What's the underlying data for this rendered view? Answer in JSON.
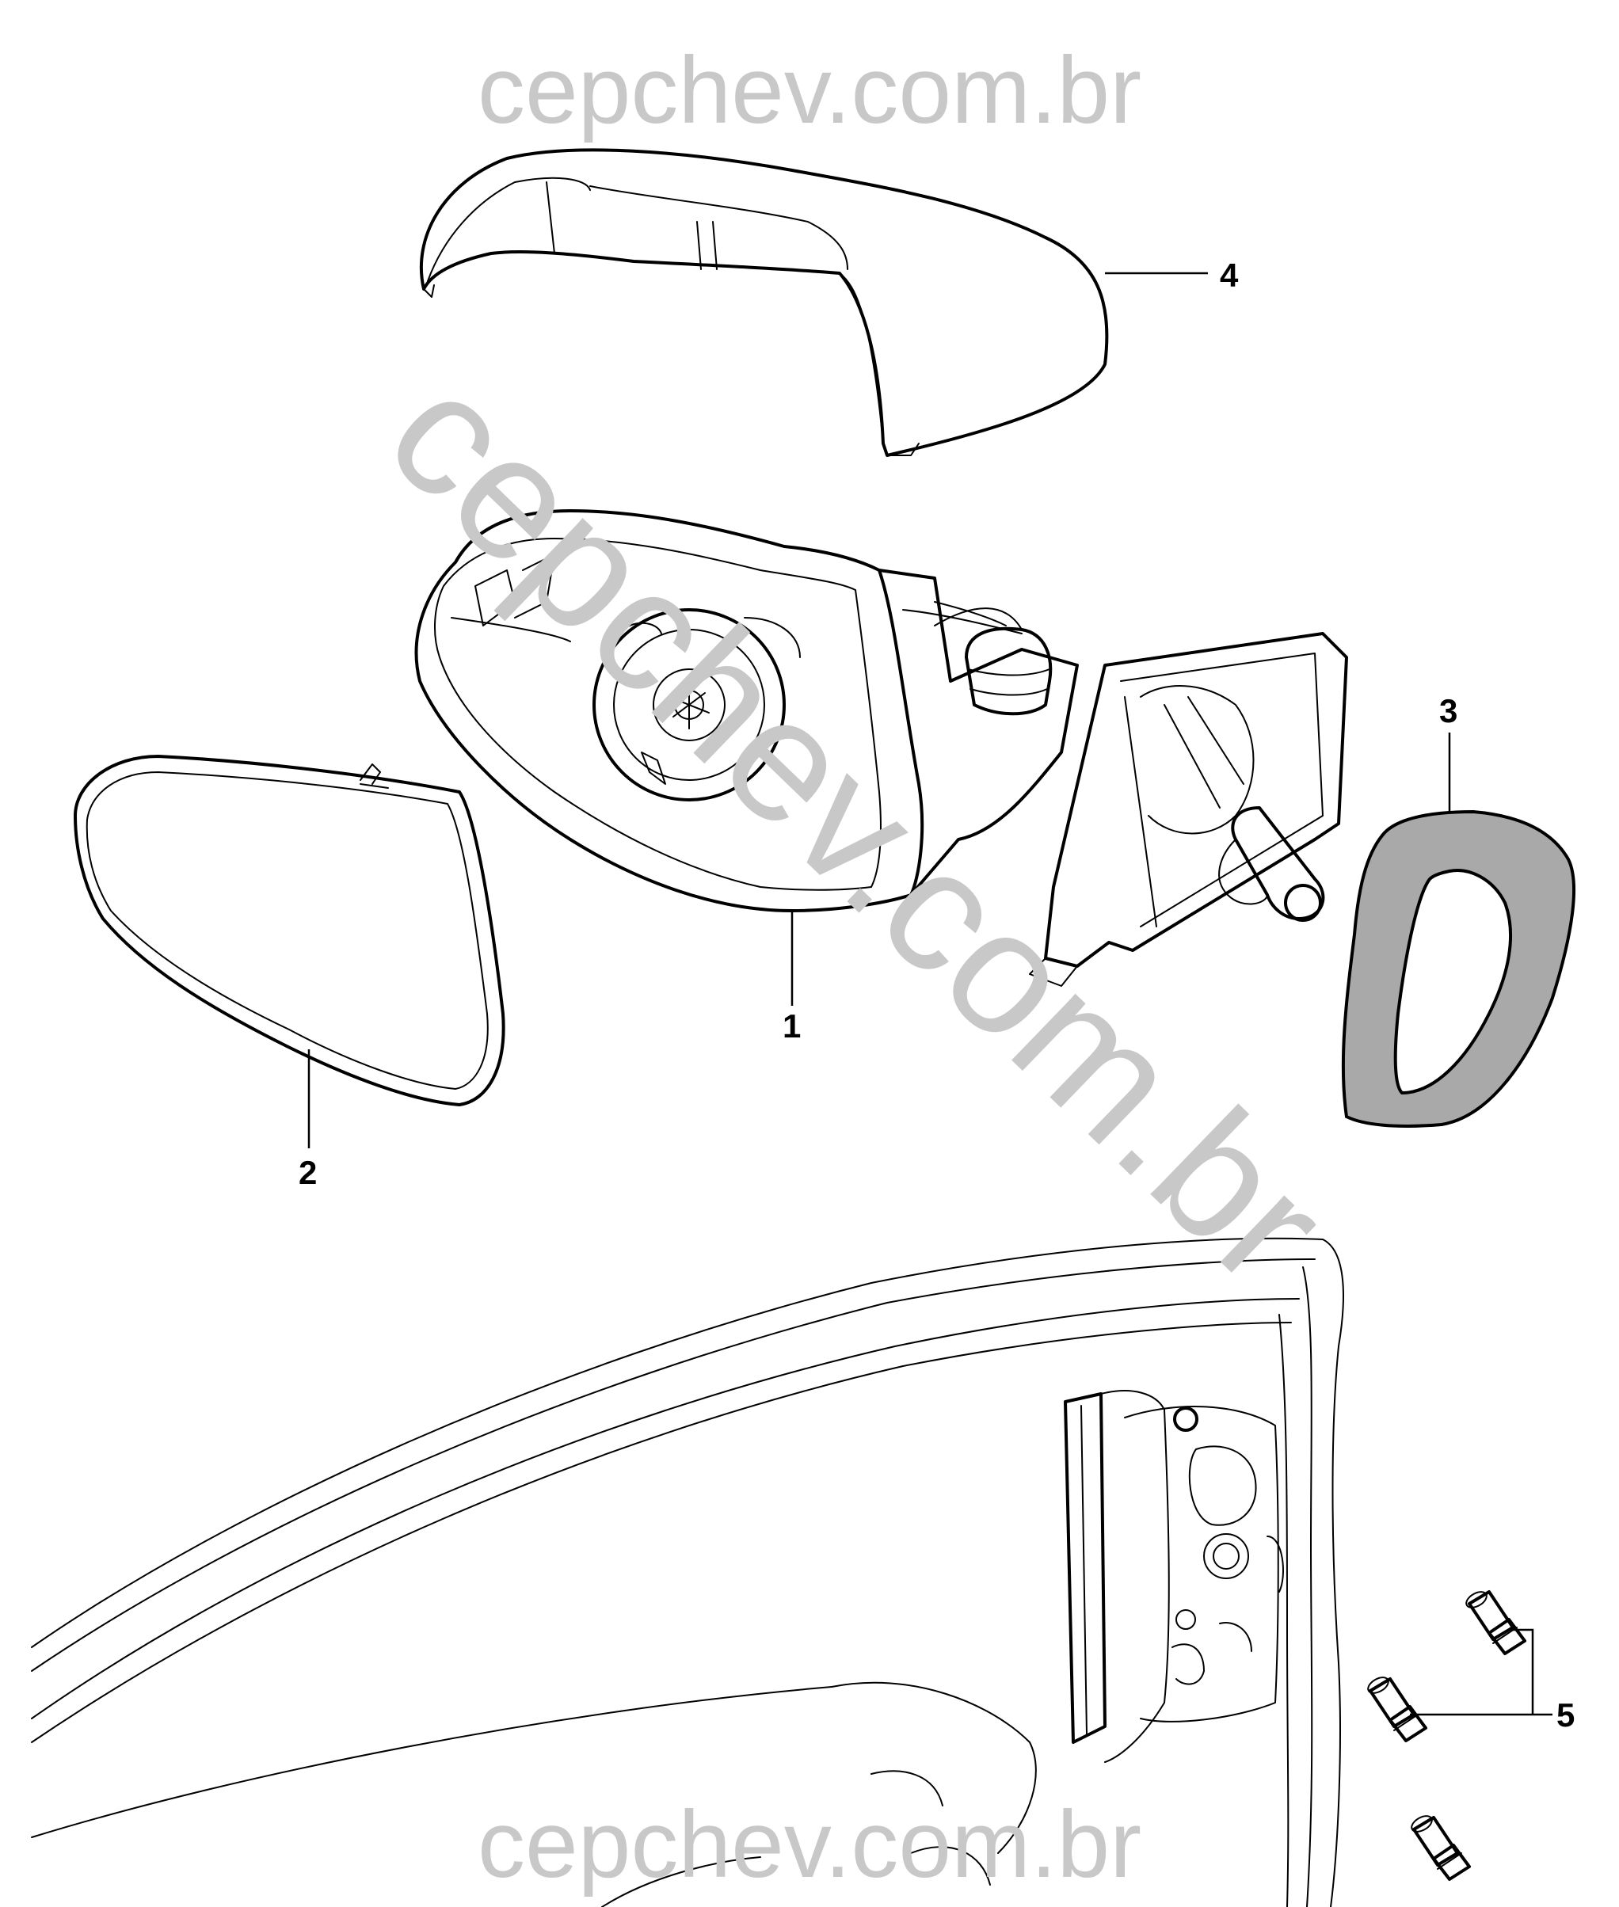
{
  "watermark": {
    "top": "cepchev.com.br",
    "diagonal": "cepchev.com.br",
    "bottom": "cepchev.com.br"
  },
  "callouts": {
    "mirror_assembly": "1",
    "mirror_glass": "2",
    "gasket": "3",
    "mirror_cover": "4",
    "bolts": "5"
  },
  "colors": {
    "line": "#000000",
    "watermark": "#c8c8c8",
    "gasket_fill": "#a9a9a9",
    "background": "#ffffff"
  }
}
